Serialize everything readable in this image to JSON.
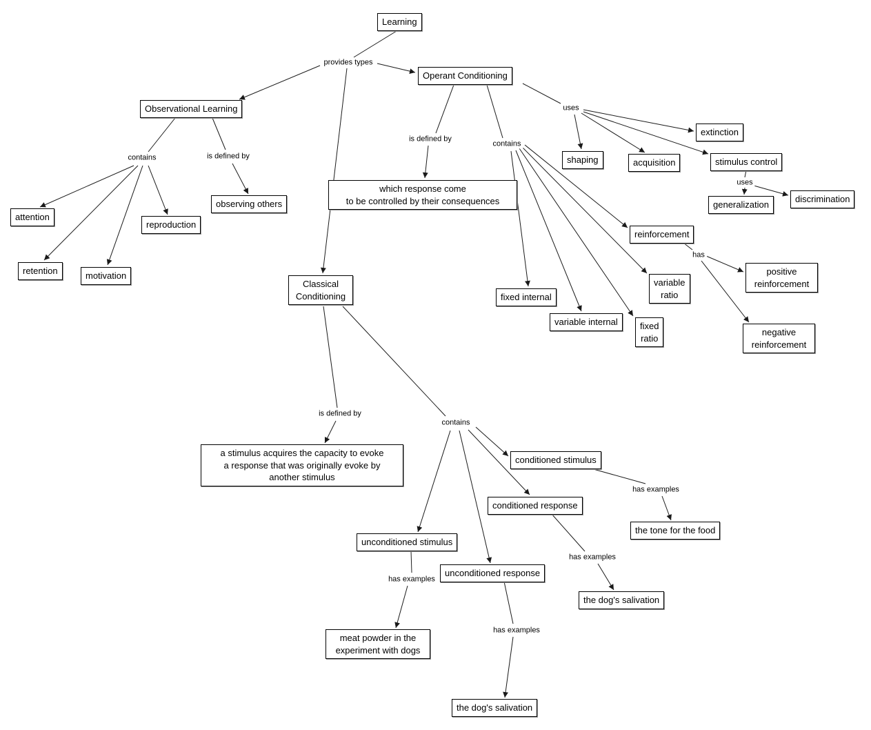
{
  "diagram": {
    "topic": "Learning",
    "nodes": {
      "learning": "Learning",
      "operant_conditioning": "Operant Conditioning",
      "observational_learning": "Observational Learning",
      "observing_others": "observing others",
      "attention": "attention",
      "retention": "retention",
      "motivation": "motivation",
      "reproduction": "reproduction",
      "operant_definition": "which response come\nto be controlled by their consequences",
      "classical_conditioning": "Classical\nConditioning",
      "shaping": "shaping",
      "acquisition": "acquisition",
      "extinction": "extinction",
      "stimulus_control": "stimulus control",
      "generalization": "generalization",
      "discrimination": "discrimination",
      "reinforcement": "reinforcement",
      "fixed_internal": "fixed internal",
      "variable_internal": "variable internal",
      "fixed_ratio": "fixed\nratio",
      "variable_ratio": "variable\nratio",
      "positive_reinforcement": "positive\nreinforcement",
      "negative_reinforcement": "negative\nreinforcement",
      "classical_definition": "a stimulus acquires the capacity to evoke\na response that was originally evoke by\nanother stimulus",
      "conditioned_stimulus": "conditioned stimulus",
      "conditioned_response": "conditioned response",
      "unconditioned_stimulus": "unconditioned stimulus",
      "unconditioned_response": "unconditioned response",
      "tone_for_food": "the tone for the food",
      "dogs_salivation_cr": "the dog's salivation",
      "meat_powder": "meat powder in the\nexperiment with dogs",
      "dogs_salivation_ur": "the dog's salivation"
    },
    "link_labels": {
      "provides_types": "provides types",
      "ol_contains": "contains",
      "ol_is_defined_by": "is defined by",
      "oc_is_defined_by": "is defined by",
      "oc_contains": "contains",
      "oc_uses": "uses",
      "sc_uses": "uses",
      "reinforcement_has": "has",
      "cc_is_defined_by": "is defined by",
      "cc_contains": "contains",
      "cs_has_examples": "has examples",
      "cr_has_examples": "has examples",
      "us_has_examples": "has examples",
      "ur_has_examples": "has examples"
    },
    "relations": [
      {
        "from": "Learning",
        "label": "provides types",
        "to": "Observational Learning"
      },
      {
        "from": "Learning",
        "label": "provides types",
        "to": "Operant Conditioning"
      },
      {
        "from": "Learning",
        "label": "provides types",
        "to": "Classical Conditioning"
      },
      {
        "from": "Observational Learning",
        "label": "contains",
        "to": "attention"
      },
      {
        "from": "Observational Learning",
        "label": "contains",
        "to": "retention"
      },
      {
        "from": "Observational Learning",
        "label": "contains",
        "to": "motivation"
      },
      {
        "from": "Observational Learning",
        "label": "contains",
        "to": "reproduction"
      },
      {
        "from": "Observational Learning",
        "label": "is defined by",
        "to": "observing others"
      },
      {
        "from": "Operant Conditioning",
        "label": "is defined by",
        "to": "which response come to be controlled by their consequences"
      },
      {
        "from": "Operant Conditioning",
        "label": "contains",
        "to": "fixed internal"
      },
      {
        "from": "Operant Conditioning",
        "label": "contains",
        "to": "variable internal"
      },
      {
        "from": "Operant Conditioning",
        "label": "contains",
        "to": "fixed ratio"
      },
      {
        "from": "Operant Conditioning",
        "label": "contains",
        "to": "variable ratio"
      },
      {
        "from": "Operant Conditioning",
        "label": "contains",
        "to": "reinforcement"
      },
      {
        "from": "Operant Conditioning",
        "label": "uses",
        "to": "shaping"
      },
      {
        "from": "Operant Conditioning",
        "label": "uses",
        "to": "acquisition"
      },
      {
        "from": "Operant Conditioning",
        "label": "uses",
        "to": "extinction"
      },
      {
        "from": "Operant Conditioning",
        "label": "uses",
        "to": "stimulus control"
      },
      {
        "from": "stimulus control",
        "label": "uses",
        "to": "generalization"
      },
      {
        "from": "stimulus control",
        "label": "uses",
        "to": "discrimination"
      },
      {
        "from": "reinforcement",
        "label": "has",
        "to": "positive reinforcement"
      },
      {
        "from": "reinforcement",
        "label": "has",
        "to": "negative reinforcement"
      },
      {
        "from": "Classical Conditioning",
        "label": "is defined by",
        "to": "a stimulus acquires the capacity to evoke a response that was originally evoke by another stimulus"
      },
      {
        "from": "Classical Conditioning",
        "label": "contains",
        "to": "conditioned stimulus"
      },
      {
        "from": "Classical Conditioning",
        "label": "contains",
        "to": "conditioned response"
      },
      {
        "from": "Classical Conditioning",
        "label": "contains",
        "to": "unconditioned stimulus"
      },
      {
        "from": "Classical Conditioning",
        "label": "contains",
        "to": "unconditioned response"
      },
      {
        "from": "conditioned stimulus",
        "label": "has examples",
        "to": "the tone for the food"
      },
      {
        "from": "conditioned response",
        "label": "has examples",
        "to": "the dog's salivation"
      },
      {
        "from": "unconditioned stimulus",
        "label": "has examples",
        "to": "meat powder in the experiment with dogs"
      },
      {
        "from": "unconditioned response",
        "label": "has examples",
        "to": "the dog's salivation"
      }
    ],
    "colors": {
      "background": "#ffffff",
      "node_border": "#000000",
      "line": "#1a1a1a"
    }
  }
}
